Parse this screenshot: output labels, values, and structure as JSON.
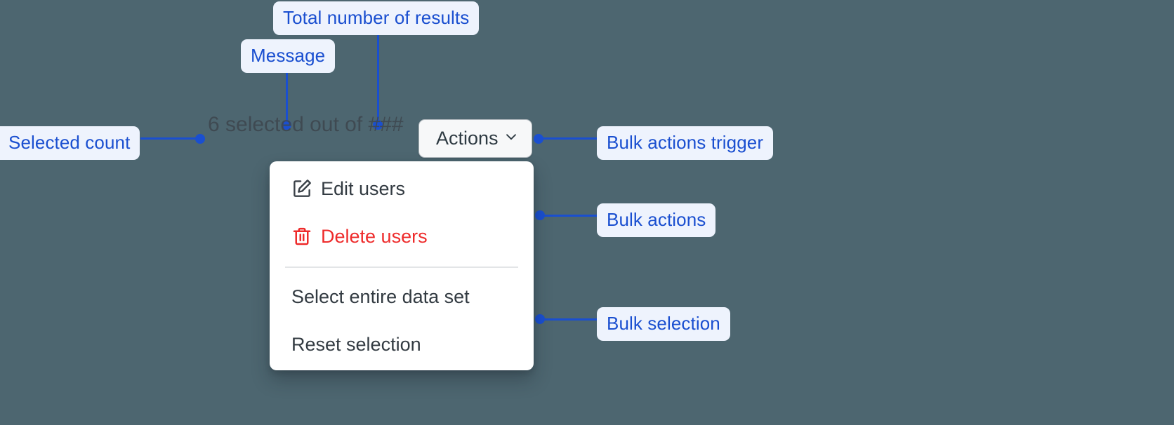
{
  "theme": {
    "background": "#4d6670",
    "annotation_bg": "#eef3fd",
    "annotation_text": "#1a4fd0",
    "connector": "#1a4fd0",
    "message_text": "#3f4850",
    "menu_text": "#333b42",
    "danger": "#ee2b2b",
    "button_bg": "#f7f8f9",
    "button_border": "#aeb6bb",
    "panel_bg": "#ffffff",
    "separator": "#e3e5e7"
  },
  "annotations": {
    "total_results": "Total number of results",
    "message": "Message",
    "selected_count": "Selected count",
    "bulk_actions_trigger": "Bulk actions trigger",
    "bulk_actions": "Bulk actions",
    "bulk_selection": "Bulk selection"
  },
  "selection_message": {
    "full_text": "6 selected out of ###",
    "count": "6",
    "middle": " selected out of ",
    "total": "###"
  },
  "actions_button": {
    "label": "Actions",
    "icon": "chevron-down-icon",
    "expanded": "true"
  },
  "dropdown": {
    "groups": [
      {
        "name": "bulk-actions",
        "items": [
          {
            "label": "Edit users",
            "icon": "edit-pencil-square-icon",
            "danger": false
          },
          {
            "label": "Delete users",
            "icon": "trash-icon",
            "danger": true
          }
        ]
      },
      {
        "name": "bulk-selection",
        "items": [
          {
            "label": "Select entire data set",
            "icon": "",
            "danger": false
          },
          {
            "label": "Reset selection",
            "icon": "",
            "danger": false
          }
        ]
      }
    ]
  }
}
